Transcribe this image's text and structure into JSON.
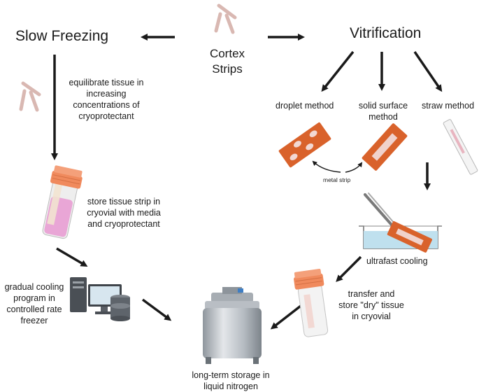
{
  "labels": {
    "slow_freezing": "Slow Freezing",
    "vitrification": "Vitrification",
    "cortex_strips": "Cortex\nStrips",
    "equilibrate": "equilibrate tissue in\nincreasing\nconcentrations of\ncryoprotectant",
    "droplet_method": "droplet method",
    "solid_surface_method": "solid surface\nmethod",
    "straw_method": "straw method",
    "metal_strip": "metal strip",
    "store_cryovial": "store tissue strip in\ncryovial with media\nand cryoprotectant",
    "ultrafast_cooling": "ultrafast cooling",
    "gradual_cooling": "gradual cooling\nprogram in\ncontrolled rate\nfreezer",
    "transfer_store": "transfer and\nstore \"dry\" tissue\nin cryovial",
    "long_term_storage": "long-term storage in\nliquid nitrogen"
  },
  "colors": {
    "arrow": "#1a1a1a",
    "tissue_strip": "#d9b8b2",
    "orange_cap": "#f08a5d",
    "metal_plate": "#d9622b",
    "vial_media": "#e9a6d6",
    "liquid": "#bfe0ee",
    "tank_steel": "#c9cdd2"
  }
}
